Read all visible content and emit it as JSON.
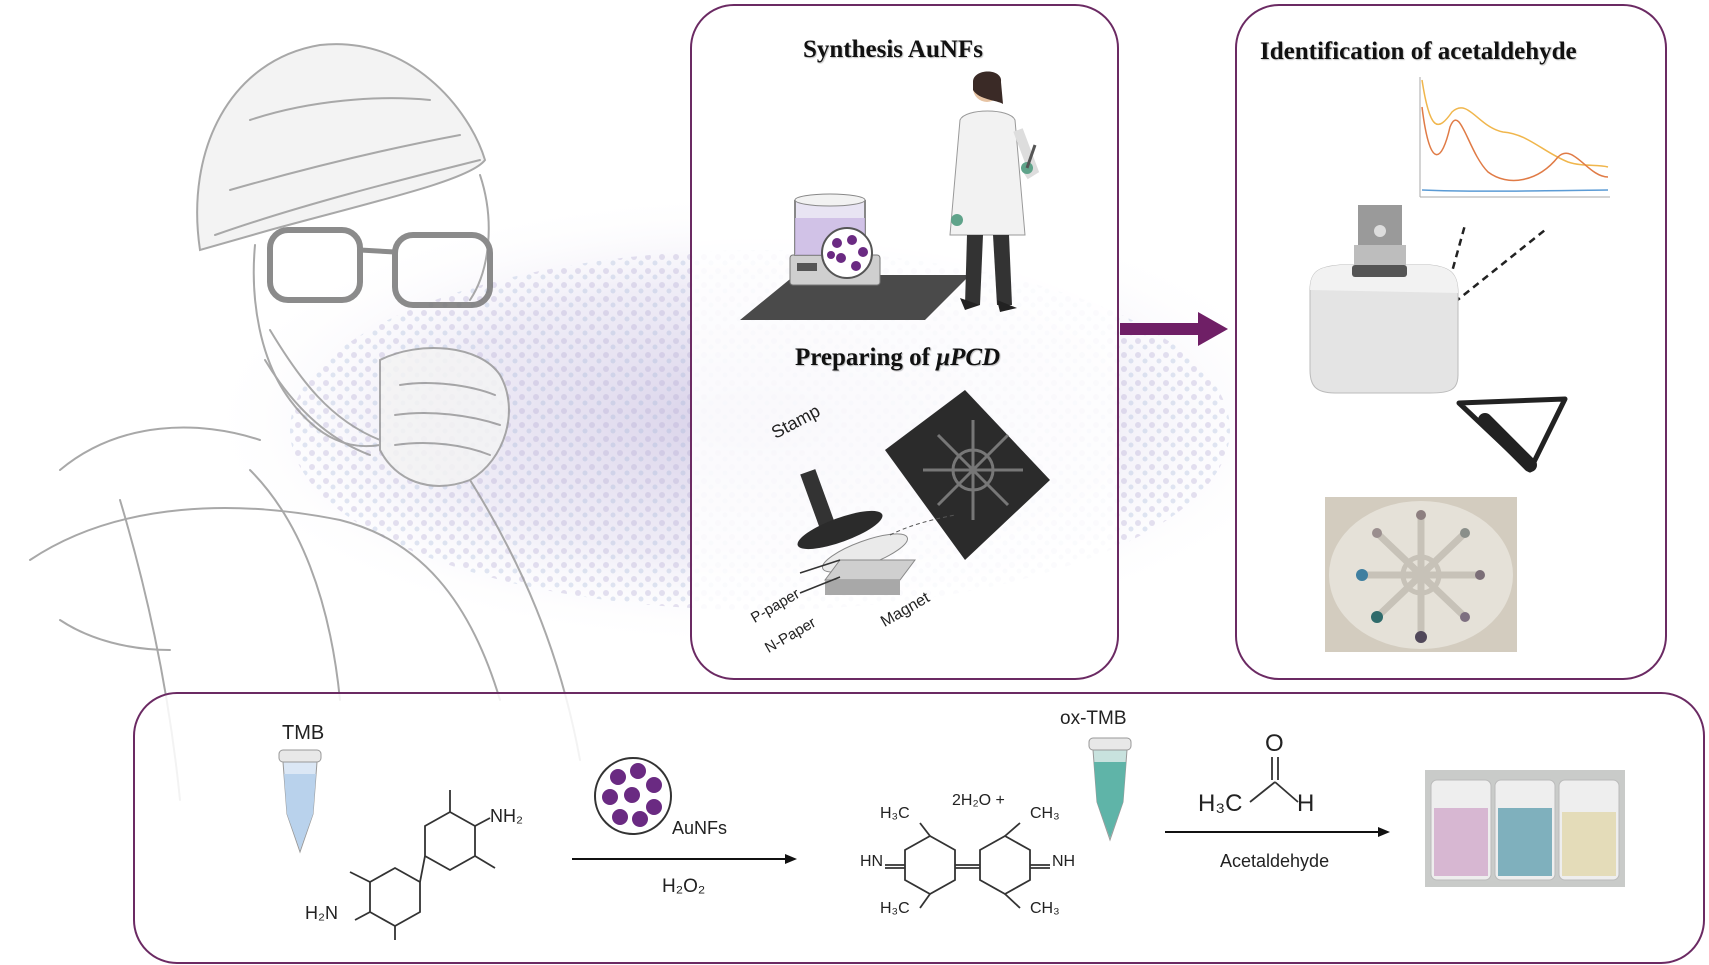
{
  "panels": {
    "synthesis": {
      "title": "Synthesis AuNFs"
    },
    "preparing": {
      "title_prefix": "Preparing of ",
      "title_italic": "μPCD"
    },
    "identification": {
      "title": "Identification of acetaldehyde"
    }
  },
  "stamp_labels": {
    "stamp": "Stamp",
    "p_paper": "P-paper",
    "n_paper": "N-Paper",
    "magnet": "Magnet"
  },
  "reaction": {
    "tmb": "TMB",
    "ox_tmb": "ox-TMB",
    "aunfs": "AuNFs",
    "h2o2": "H₂O₂",
    "water": "2H₂O +",
    "acetaldehyde": "Acetaldehyde",
    "nh2": "NH₂",
    "h2n": "H₂N",
    "hn": "HN",
    "nh": "NH",
    "h3c_top": "H₃C",
    "ch3_top": "CH₃",
    "h3c_bottom": "H₃C",
    "ch3_bottom": "CH₃",
    "aldehyde_o": "O",
    "aldehyde_h3c": "H₃C",
    "aldehyde_h": "H"
  },
  "colors": {
    "frame": "#6b2a63",
    "arrow": "#6f1f66",
    "nanoflower": "#6a2a82"
  }
}
